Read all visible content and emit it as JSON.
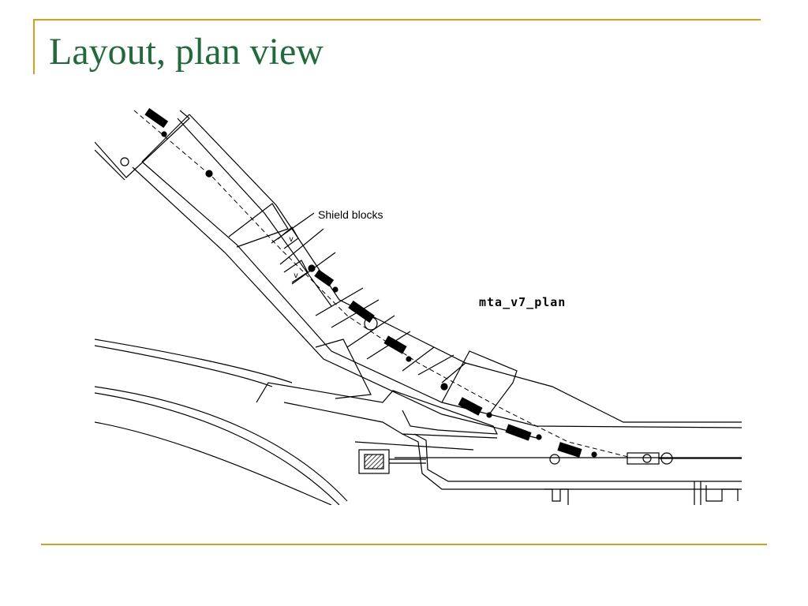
{
  "slide": {
    "title": "Layout, plan view"
  },
  "drawing": {
    "callout": "Shield blocks",
    "plan_label": "mta_v7_plan"
  },
  "colors": {
    "title": "#1f6b3a",
    "accent_rule": "#d4a020"
  }
}
